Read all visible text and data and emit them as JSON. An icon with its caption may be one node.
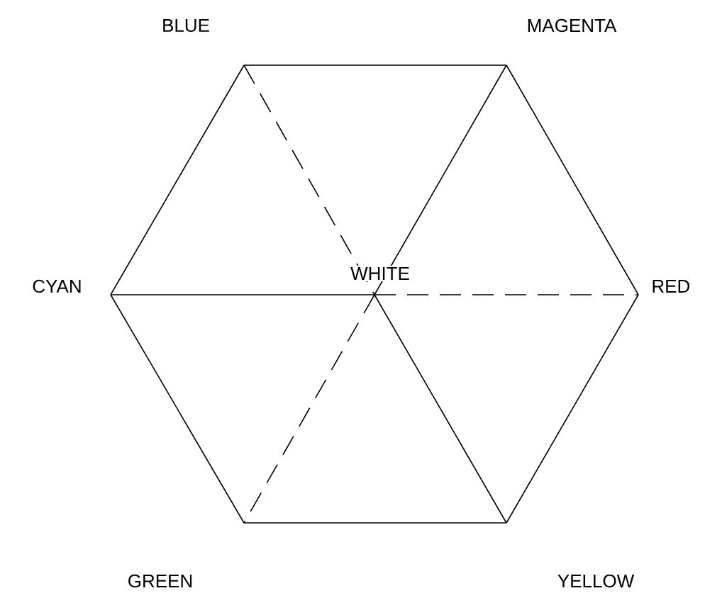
{
  "diagram": {
    "nodes": [
      {
        "text": [
          "BLUE"
        ]
      },
      {
        "text": [
          "MAGENTA"
        ]
      },
      {
        "text": [
          "RED"
        ]
      },
      {
        "text": [
          "YELLOW"
        ]
      },
      {
        "text": [
          "GREEN"
        ]
      },
      {
        "text": [
          "CYAN"
        ]
      },
      {
        "text": [
          "WHITE"
        ]
      }
    ],
    "edges": [
      {
        "from": 0,
        "to": 1,
        "arrow": "none"
      },
      {
        "from": 1,
        "to": 2,
        "arrow": "none"
      },
      {
        "from": 2,
        "to": 3,
        "arrow": "none"
      },
      {
        "from": 3,
        "to": 4,
        "arrow": "none"
      },
      {
        "from": 4,
        "to": 5,
        "arrow": "none"
      },
      {
        "from": 5,
        "to": 0,
        "arrow": "none"
      },
      {
        "from": 0,
        "to": 6,
        "arrow": "none",
        "style": "dashed"
      },
      {
        "from": 1,
        "to": 6,
        "arrow": "none"
      },
      {
        "from": 6,
        "to": 2,
        "arrow": "none",
        "style": "dashed"
      },
      {
        "from": 6,
        "to": 3,
        "arrow": "none"
      },
      {
        "from": 6,
        "to": 4,
        "arrow": "none",
        "style": "dashed"
      },
      {
        "from": 5,
        "to": 6,
        "arrow": "none"
      }
    ]
  }
}
